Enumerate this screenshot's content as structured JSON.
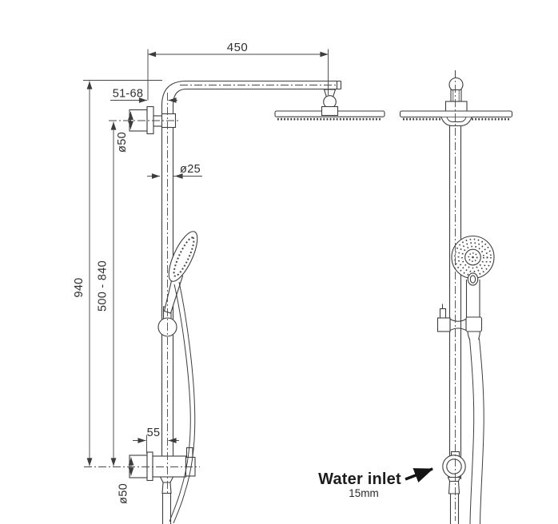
{
  "drawing": {
    "title": "shower-column-technical-drawing",
    "views": {
      "left": "side-view-dimensioned",
      "right": "front-view"
    },
    "dimensions": {
      "arm_length": "450",
      "wall_offset": "51-68",
      "top_flange_diameter": "ø50",
      "pipe_diameter": "ø25",
      "total_height": "940",
      "adjust_range": "500 - 840",
      "bottom_offset": "55",
      "bottom_flange_diameter": "ø50"
    },
    "annotations": {
      "water_inlet_label": "Water inlet",
      "water_inlet_size": "15mm"
    },
    "colors": {
      "line": "#3d3d3d",
      "dimension_line": "#4a4a4a",
      "text": "#2e2e2e",
      "background": "#ffffff"
    }
  }
}
